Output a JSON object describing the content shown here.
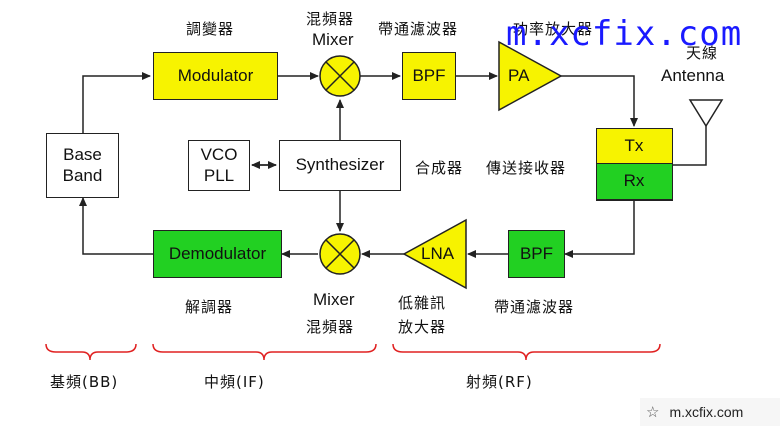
{
  "blocks": {
    "modulator": "Modulator",
    "demodulator": "Demodulator",
    "baseband_line1": "Base",
    "baseband_line2": "Band",
    "vco_line1": "VCO",
    "vco_line2": "PLL",
    "synthesizer": "Synthesizer",
    "bpf_tx": "BPF",
    "bpf_rx": "BPF",
    "pa": "PA",
    "lna": "LNA",
    "tx": "Tx",
    "rx": "Rx"
  },
  "labels": {
    "modulator_zh": "調變器",
    "mixer_top_zh": "混頻器",
    "mixer_top_en": "Mixer",
    "bpf_top_zh": "帶通濾波器",
    "pa_zh": "功率放大器",
    "antenna_zh": "天線",
    "antenna_en": "Antenna",
    "synth_zh": "合成器",
    "transceiver_zh": "傳送接收器",
    "demod_zh": "解調器",
    "mixer_bottom_en": "Mixer",
    "mixer_bottom_zh": "混頻器",
    "lna_zh_line1": "低雜訊",
    "lna_zh_line2": "放大器",
    "bpf_bottom_zh": "帶通濾波器"
  },
  "bands": {
    "bb": "基頻(BB)",
    "if": "中頻(IF)",
    "rf": "射頻(RF)"
  },
  "watermark": "m.xcfix.com",
  "badge": {
    "icon": "star-icon",
    "text": "m.xcfix.com"
  },
  "colors": {
    "yellow": "#f7f300",
    "green": "#22d022",
    "brace": "#e02020",
    "watermark": "#1a1aff"
  }
}
